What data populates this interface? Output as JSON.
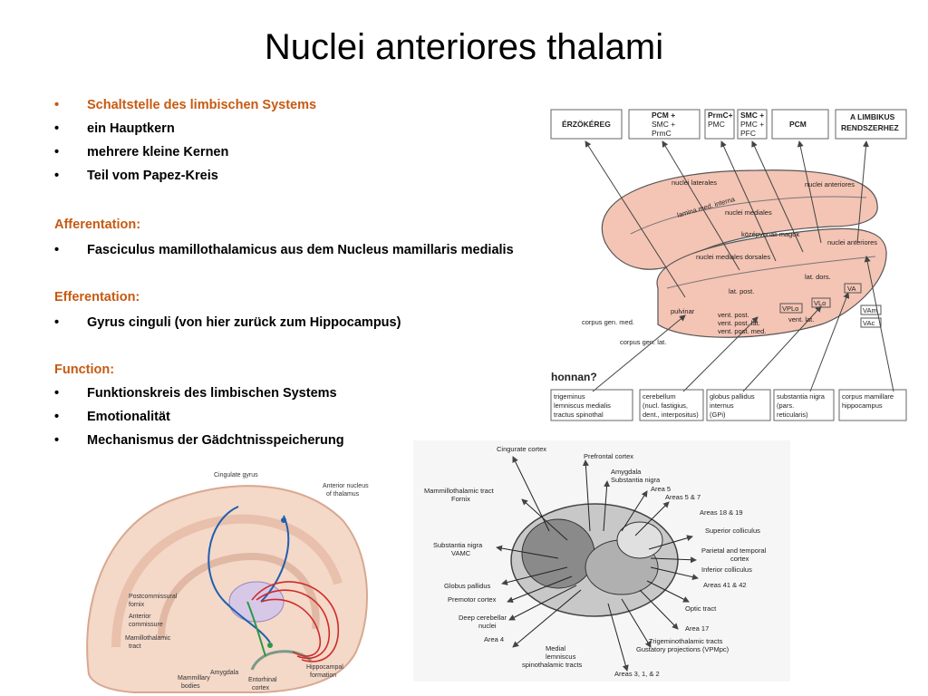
{
  "title": "Nuclei anteriores thalami",
  "accent_color": "#c65a11",
  "sections": {
    "lead": "Schaltstelle des limbischen Systems",
    "intro_bullets": [
      "ein Hauptkern",
      "mehrere kleine Kernen",
      "Teil vom Papez-Kreis"
    ],
    "afferentation_heading": "Afferentation:",
    "afferentation_bullet": "Fasciculus mamillothalamicus aus dem Nucleus mamillaris medialis",
    "efferentation_heading": "Efferentation:",
    "efferentation_bullet": "Gyrus cinguli (von hier zurück zum Hippocampus)",
    "function_heading": "Function:",
    "function_bullets": [
      "Funktionskreis des limbischen Systems",
      "Emotionalität",
      "Mechanismus der Gädchtnisspeicherung"
    ]
  },
  "figure_thalamus_hu": {
    "top_boxes": [
      "ÉRZÖKÉREG",
      "PCM +",
      "SMC +",
      "PrmC",
      "PrmC+",
      "PMC",
      "SMC +",
      "PMC +",
      "PFC",
      "PCM",
      "A LIMBIKUS",
      "RENDSZERHEZ"
    ],
    "nuclei_labels": [
      "nuclei laterales",
      "nuclei anteriores",
      "lamina med. interna",
      "nuclei mediales",
      "középvonali magok",
      "nuclei anteriores",
      "nuclei mediales dorsales",
      "lat. dors.",
      "lat. post.",
      "VA",
      "pulvinar",
      "VLo",
      "VPLo",
      "VAm",
      "vent. post.",
      "vent. post. lat.",
      "vent. post. med.",
      "vent. lat.",
      "VAc",
      "corpus gen. med.",
      "corpus gen. lat."
    ],
    "question": "honnan?",
    "bottom_boxes": [
      "trigeminus",
      "lemniscus medialis",
      "tractus spinothal",
      "cerebellum",
      "(nucl. fastigius,",
      "dent., interpositus)",
      "globus pallidus",
      "internus",
      "(GPi)",
      "substantia nigra",
      "(pars.",
      "reticularis)",
      "corpus mamillare",
      "hippocampus"
    ]
  },
  "figure_limbic": {
    "labels": [
      "Cingulate gyrus",
      "Anterior nucleus",
      "of thalamus",
      "Postcommissural",
      "fornix",
      "Anterior",
      "commissure",
      "Mamillothalamic",
      "tract",
      "Hippocampal",
      "formation",
      "Mammillary",
      "bodies",
      "Amygdala",
      "Entorhinal",
      "cortex"
    ]
  },
  "figure_connections": {
    "left_labels": [
      "Cingurate cortex",
      "Mammillothalamic tract",
      "Fornix",
      "Substantia nigra",
      "VAMC",
      "Globus pallidus",
      "Premotor cortex",
      "Deep cerebellar",
      "nuclei",
      "Area 4",
      "Medial",
      "lemniscus",
      "spinothalamic tracts"
    ],
    "top_labels": [
      "Prefrontal cortex",
      "Amygdala",
      "Substantia nigra",
      "Area 5",
      "Areas 5 & 7"
    ],
    "right_labels": [
      "Areas 18 & 19",
      "Superior colliculus",
      "Parietal and temporal",
      "cortex",
      "Inferior colliculus",
      "Areas 41 & 42",
      "Optic tract",
      "Area 17",
      "Trigeminothalamic tracts",
      "Gustatory projections (VPMpc)",
      "Areas 3, 1, & 2"
    ]
  }
}
